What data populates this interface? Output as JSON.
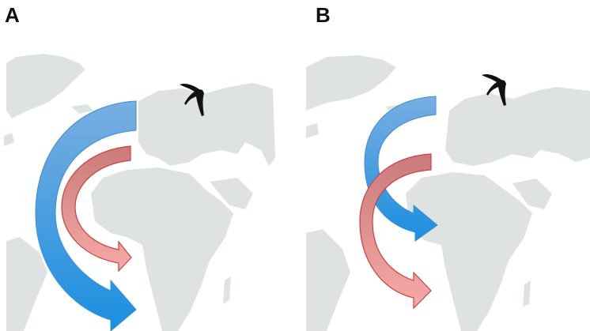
{
  "figure": {
    "panels": [
      {
        "label": "A",
        "description": "Migration route from Europe down Atlantic to southern Africa; long blue loop and shorter red loop to West Africa",
        "arrows": [
          {
            "color": "#3f93dc",
            "name": "blue-route"
          },
          {
            "color": "#e88a88",
            "name": "red-route"
          }
        ]
      },
      {
        "label": "B",
        "description": "Blue route ends in West Africa; red route crosses it and ends further south",
        "arrows": [
          {
            "color": "#3f93dc",
            "name": "blue-route"
          },
          {
            "color": "#e88a88",
            "name": "red-route"
          }
        ]
      }
    ],
    "colors": {
      "land": "#dfe2e3",
      "blue_arrow_top": "#7aaee0",
      "blue_arrow_bottom": "#1a8fe0",
      "red_arrow_top": "#cc8080",
      "red_arrow_bottom": "#f5a5a2",
      "red_outline": "#c9423f",
      "bird": "#111111"
    }
  }
}
